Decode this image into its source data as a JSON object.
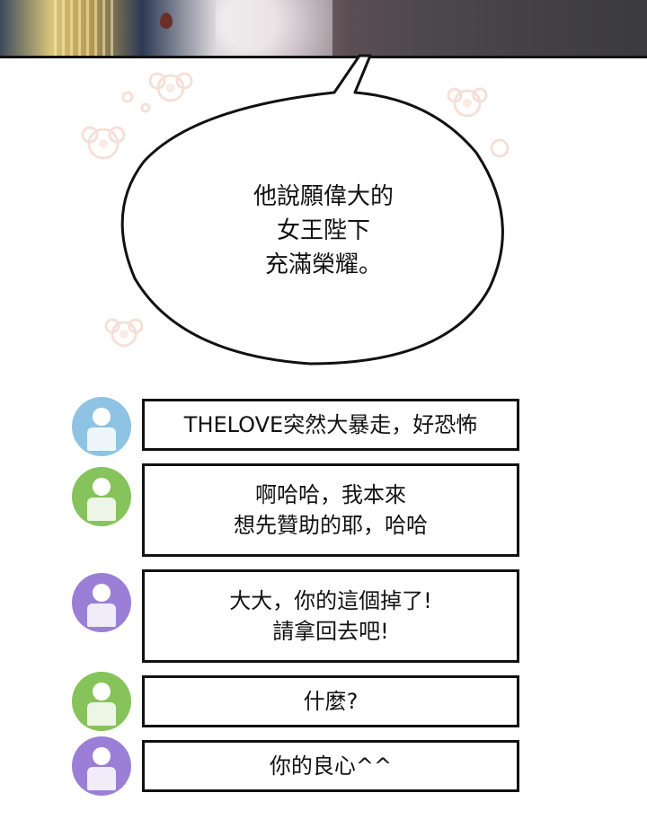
{
  "speech_bubble": {
    "lines": [
      "他說願偉大的",
      "女王陛下",
      "充滿榮耀。"
    ]
  },
  "comments": [
    {
      "avatar_color": "#8fc3e3",
      "text": "THELOVE突然大暴走，好恐怖"
    },
    {
      "avatar_color": "#86c35b",
      "text": "啊哈哈，我本來\n想先贊助的耶，哈哈"
    },
    {
      "avatar_color": "#9b7fd6",
      "text": "大大，你的這個掉了!\n請拿回去吧!"
    },
    {
      "avatar_color": "#86c35b",
      "text": "什麼?"
    },
    {
      "avatar_color": "#9b7fd6",
      "text": "你的良心^^"
    }
  ]
}
